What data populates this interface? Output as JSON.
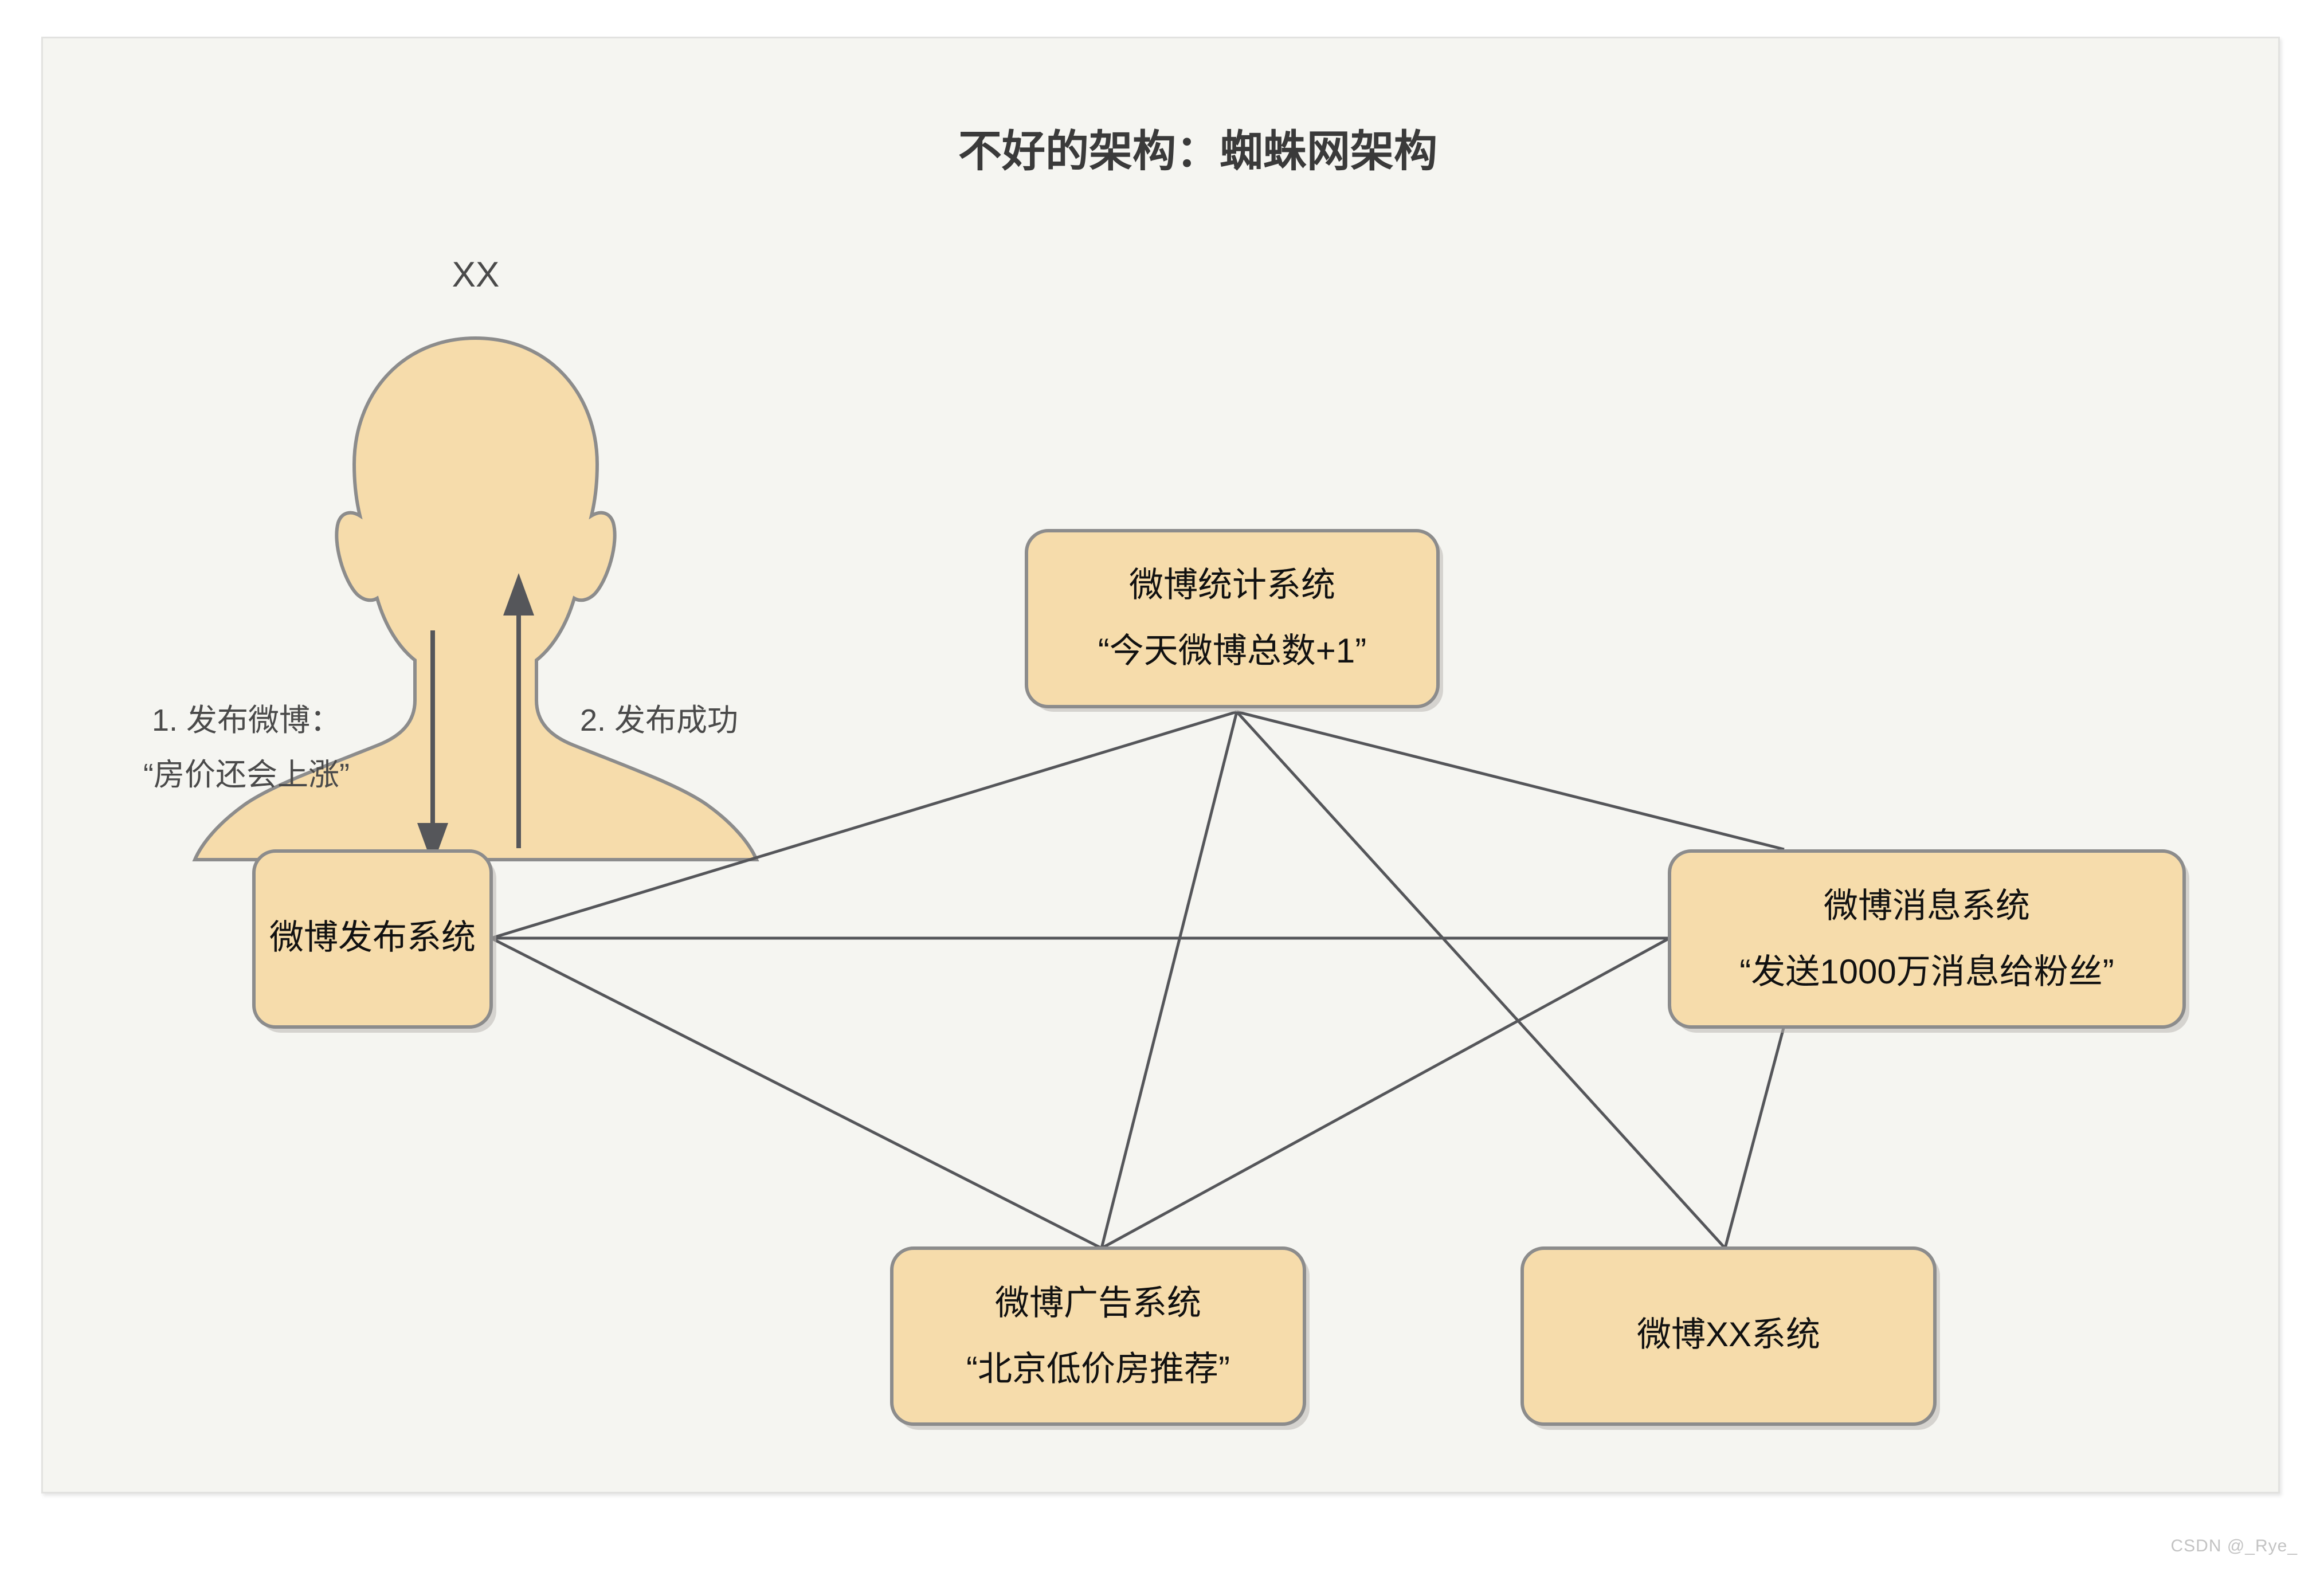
{
  "title": "不好的架构：蜘蛛网架构",
  "actor": {
    "label": "XX",
    "icon": "person-silhouette-icon"
  },
  "flows": [
    {
      "id": "publish",
      "line1": "1. 发布微博：",
      "line2": "“房价还会上涨”",
      "direction": "down"
    },
    {
      "id": "success",
      "line1": "2. 发布成功",
      "line2": "",
      "direction": "up"
    }
  ],
  "nodes": [
    {
      "id": "publish-system",
      "line1": "微博发布系统",
      "line2": ""
    },
    {
      "id": "stats-system",
      "line1": "微博统计系统",
      "line2": "“今天微博总数+1”"
    },
    {
      "id": "message-system",
      "line1": "微博消息系统",
      "line2": "“发送1000万消息给粉丝”"
    },
    {
      "id": "ad-system",
      "line1": "微博广告系统",
      "line2": "“北京低价房推荐”"
    },
    {
      "id": "xx-system",
      "line1": "微博XX系统",
      "line2": ""
    }
  ],
  "edges": [
    {
      "from": "publish-system",
      "to": "stats-system"
    },
    {
      "from": "publish-system",
      "to": "message-system"
    },
    {
      "from": "publish-system",
      "to": "ad-system"
    },
    {
      "from": "stats-system",
      "to": "message-system"
    },
    {
      "from": "stats-system",
      "to": "ad-system"
    },
    {
      "from": "stats-system",
      "to": "xx-system"
    },
    {
      "from": "message-system",
      "to": "ad-system"
    },
    {
      "from": "message-system",
      "to": "xx-system"
    }
  ],
  "colors": {
    "node_fill": "#f6dcab",
    "node_stroke": "#8c8c8c",
    "edge": "#55565a",
    "canvas": "#f5f5f1",
    "title": "#3a3a3a"
  },
  "watermark": "CSDN @_Rye_"
}
